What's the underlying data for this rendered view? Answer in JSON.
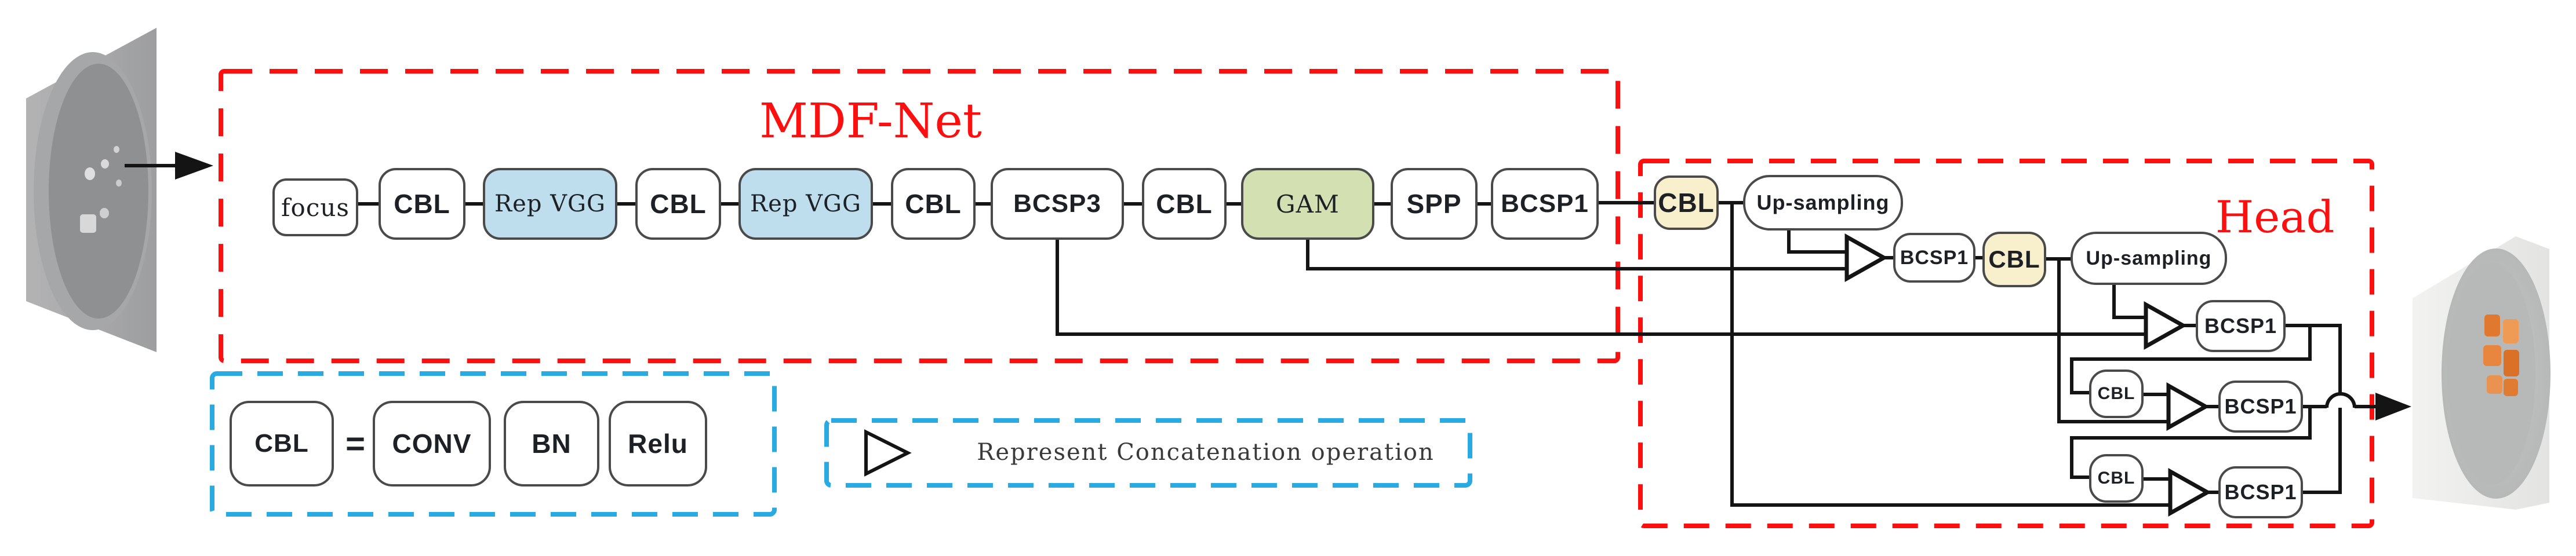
{
  "titles": {
    "backbone": "MDF-Net",
    "head": "Head"
  },
  "node_labels": {
    "focus": "focus",
    "cbl": "CBL",
    "rep_vgg": "Rep VGG",
    "bcsp3": "BCSP3",
    "gam": "GAM",
    "spp": "SPP",
    "bcsp1": "BCSP1",
    "up_sampling": "Up-sampling"
  },
  "legend": {
    "cbl": "CBL",
    "equals": "=",
    "conv": "CONV",
    "bn": "BN",
    "relu": "Relu",
    "concat_description": "Represent Concatenation operation"
  },
  "flow": {
    "backbone_sequence": [
      "focus",
      "CBL",
      "Rep VGG",
      "CBL",
      "Rep VGG",
      "CBL",
      "BCSP3",
      "CBL",
      "GAM",
      "SPP",
      "BCSP1"
    ],
    "head_main_path": [
      "CBL",
      "Up-sampling",
      "concat",
      "BCSP1",
      "CBL",
      "Up-sampling",
      "concat",
      "BCSP1"
    ],
    "head_detect_branches": [
      [
        "CBL",
        "concat",
        "BCSP1"
      ],
      [
        "CBL",
        "concat",
        "BCSP1"
      ]
    ],
    "skip_sources": [
      "BCSP3",
      "GAM",
      "CBL (after backbone BCSP1)",
      "CBL (after first head BCSP1)"
    ]
  },
  "colors": {
    "frame_red": "#fb0f0f",
    "legend_blue": "#29abe2",
    "repvgg_fill": "#bedded",
    "gam_fill": "#d2e0b2",
    "head_cbl_fill": "#f8efcd",
    "line_black": "#141414",
    "defect_orange": "#e0812f"
  }
}
